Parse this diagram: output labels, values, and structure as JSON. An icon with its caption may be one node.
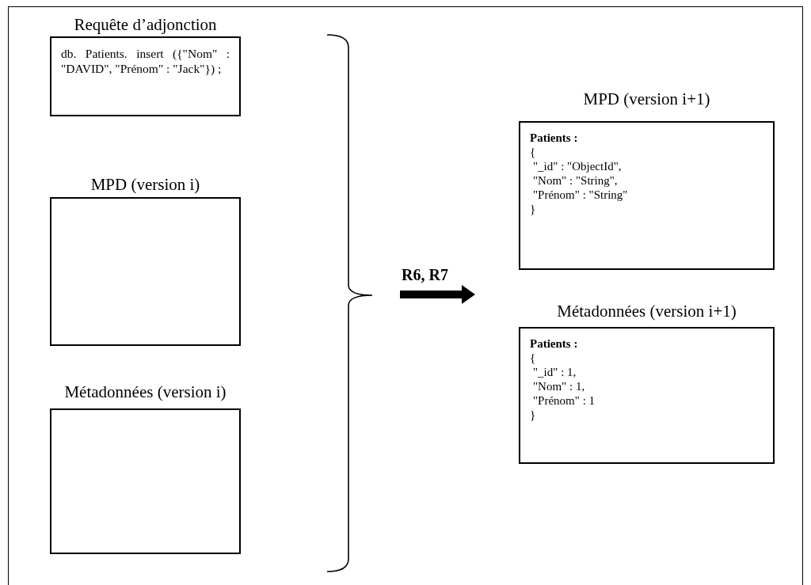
{
  "diagram": {
    "nodes": [
      {
        "text": [
          "Requête d’adjonction",
          "db. Patients. insert ({\"Nom\" : \"DAVID\", \"Prénom\" : \"Jack\"}) ;"
        ]
      },
      {
        "text": [
          "MPD (version i)"
        ]
      },
      {
        "text": [
          "Métadonnées (version i)"
        ]
      },
      {
        "text": [
          "MPD (version i+1)",
          "Patients :",
          "{",
          "\"_id\" : \"ObjectId\",",
          "\"Nom\" : \"String\",",
          "\"Prénom\" : \"String\"",
          "}"
        ]
      },
      {
        "text": [
          "Métadonnées (version i+1)",
          "Patients :",
          "{",
          "\"_id\" : 1,",
          "\"Nom\" : 1,",
          "\"Prénom\" : 1",
          "}"
        ]
      }
    ],
    "edges": [],
    "labels": [
      "R6, R7"
    ]
  }
}
